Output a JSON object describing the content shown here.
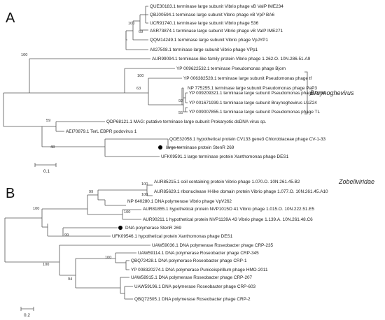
{
  "panel_a": {
    "letter": "A",
    "clade_label": "Bruynoghevirus",
    "scale_label": "0.1",
    "leaves": [
      "QUE30183.1 terminase large subunit Vibrio phage vB VaIP IME234",
      "QBJ00594.1 terminase large subunit Vibrio phage vB VpP BA6",
      "UCR91740.1 terminase large subunit Vibrio phage 536",
      "ASR73874.1 terminase large subunit Vibrio phage vB VaIP IME271",
      "QQM14249.1 terminase large subunit Vibrio phage VpJYP1",
      "AII27508.1 terminase large subunit Vibrio phage VPp1",
      "AUR99094.1 terminase-like family protein Vibrio phage 1.262.O. 10N.286.51.A9",
      "YP 009622532.1 terminase Pseudomonas phage Bjorn",
      "YP 006382528.1 terminase large subunit Pseudomonas phage tf",
      "NP 775255.1 terminase large subunit Pseudomonas phage PaP3",
      "YP 009209321.1 terminase large subunit Pseudomonas phage DL54",
      "YP 001671939.1 terminase large subunit Bruynoghevirus LUZ24",
      "YP 009007855.1 terminase large subunit Pseudomonas phage TL",
      "QDP68121.1 MAG: putative terminase large subunit Prokaryotic dsDNA virus sp.",
      "AEI70879.1 TerL EBPR podovirus 1",
      "QOE32058.1 hypothetical protein CV133 gene3 Chlorobiaceae phage CV-1-33",
      "large terminase protein StenR 269",
      "UFK09591.1 large terminase protein Xanthomonas phage DES1"
    ],
    "bootstrap": [
      "100",
      "69",
      "100",
      "100",
      "63",
      "92",
      "55",
      "59",
      "48"
    ]
  },
  "panel_b": {
    "letter": "B",
    "clade_label": "Zobellviridae",
    "scale_label": "0.2",
    "leaves": [
      "AUR85215.1 coil containing protein Vibrio phage 1.070.O. 10N.261.45.B2",
      "AUR85629.1 ribonuclease H-like domain protein Vibrio phage 1.077.O. 10N.261.45.A10",
      "NP 640280.1 DNA polymerase Vibrio phage VpV262",
      "AUR81855.1 hypothetical protein NVP1015O 41 Vibrio phage 1.015.O. 10N.222.51.E5",
      "AUR90211.1 hypothetical protein NVP1139A 43 Vibrio phage 1.139.A. 10N.261.48.C6",
      "DNA polymerase StenR 269",
      "UFK09546.1 hypothetical protein Xanthomonas phage DES1",
      "UAW59036.1 DNA polymerase Roseobacter phage CRP-235",
      "UAW59114.1 DNA polymerase Roseobacter phage CRP-345",
      "QBQ72428.1 DNA polymerase Roseobacter phage CRP-1",
      "YP 008320274.1 DNA polymerase Puniceispirillum phage HMO-2011",
      "UAW58915.1 DNA polymerase Roseobacter phage CRP-207",
      "UAW59196.1 DNA polymerase Roseobacter phage CRP-603",
      "QBQ72505.1 DNA polymerase Roseobacter phage CRP-2"
    ],
    "bootstrap": [
      "100",
      "100",
      "99",
      "100",
      "100",
      "100",
      "99",
      "100",
      "94"
    ]
  }
}
